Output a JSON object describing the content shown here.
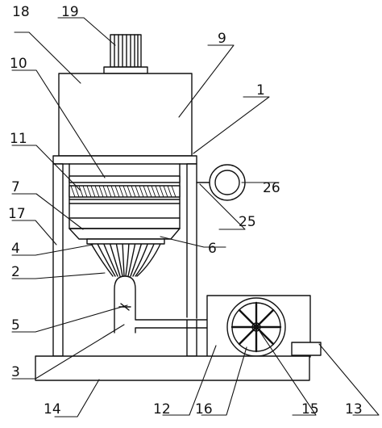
{
  "colors": {
    "stroke": "#111111",
    "background": "#ffffff"
  },
  "labels": {
    "l1": "1",
    "l2": "2",
    "l3": "3",
    "l4": "4",
    "l5": "5",
    "l6": "6",
    "l7": "7",
    "l9": "9",
    "l10": "10",
    "l11": "11",
    "l12": "12",
    "l13": "13",
    "l14": "14",
    "l15": "15",
    "l16": "16",
    "l17": "17",
    "l18": "18",
    "l19": "19",
    "l25": "25",
    "l26": "26"
  }
}
